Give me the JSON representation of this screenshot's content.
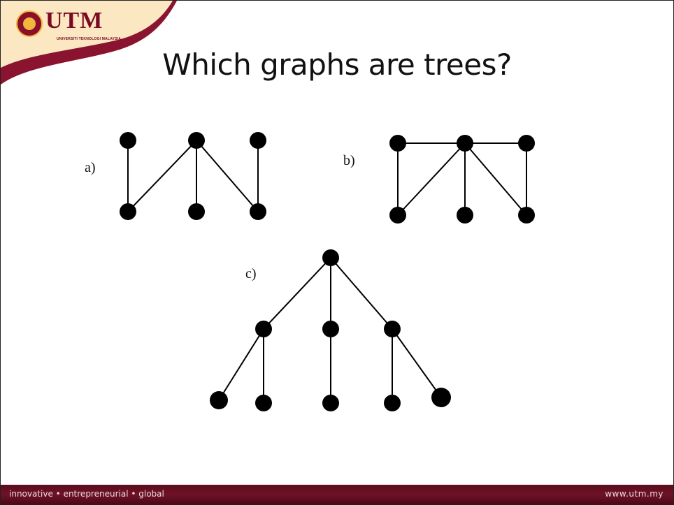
{
  "header": {
    "logo_text": "UTM",
    "logo_subtext": "UNIVERSITI TEKNOLOGI MALAYSIA",
    "brand_colors": {
      "maroon": "#7a0a23",
      "gold": "#f2b63a"
    }
  },
  "title": "Which graphs are trees?",
  "graphs": [
    {
      "label": "a)",
      "vertices": 6,
      "edges": 5
    },
    {
      "label": "b)",
      "vertices": 6,
      "edges": 7
    },
    {
      "label": "c)",
      "vertices": 9,
      "edges": 8
    }
  ],
  "footer": {
    "tagline": "innovative • entrepreneurial • global",
    "website": "www.utm.my"
  }
}
